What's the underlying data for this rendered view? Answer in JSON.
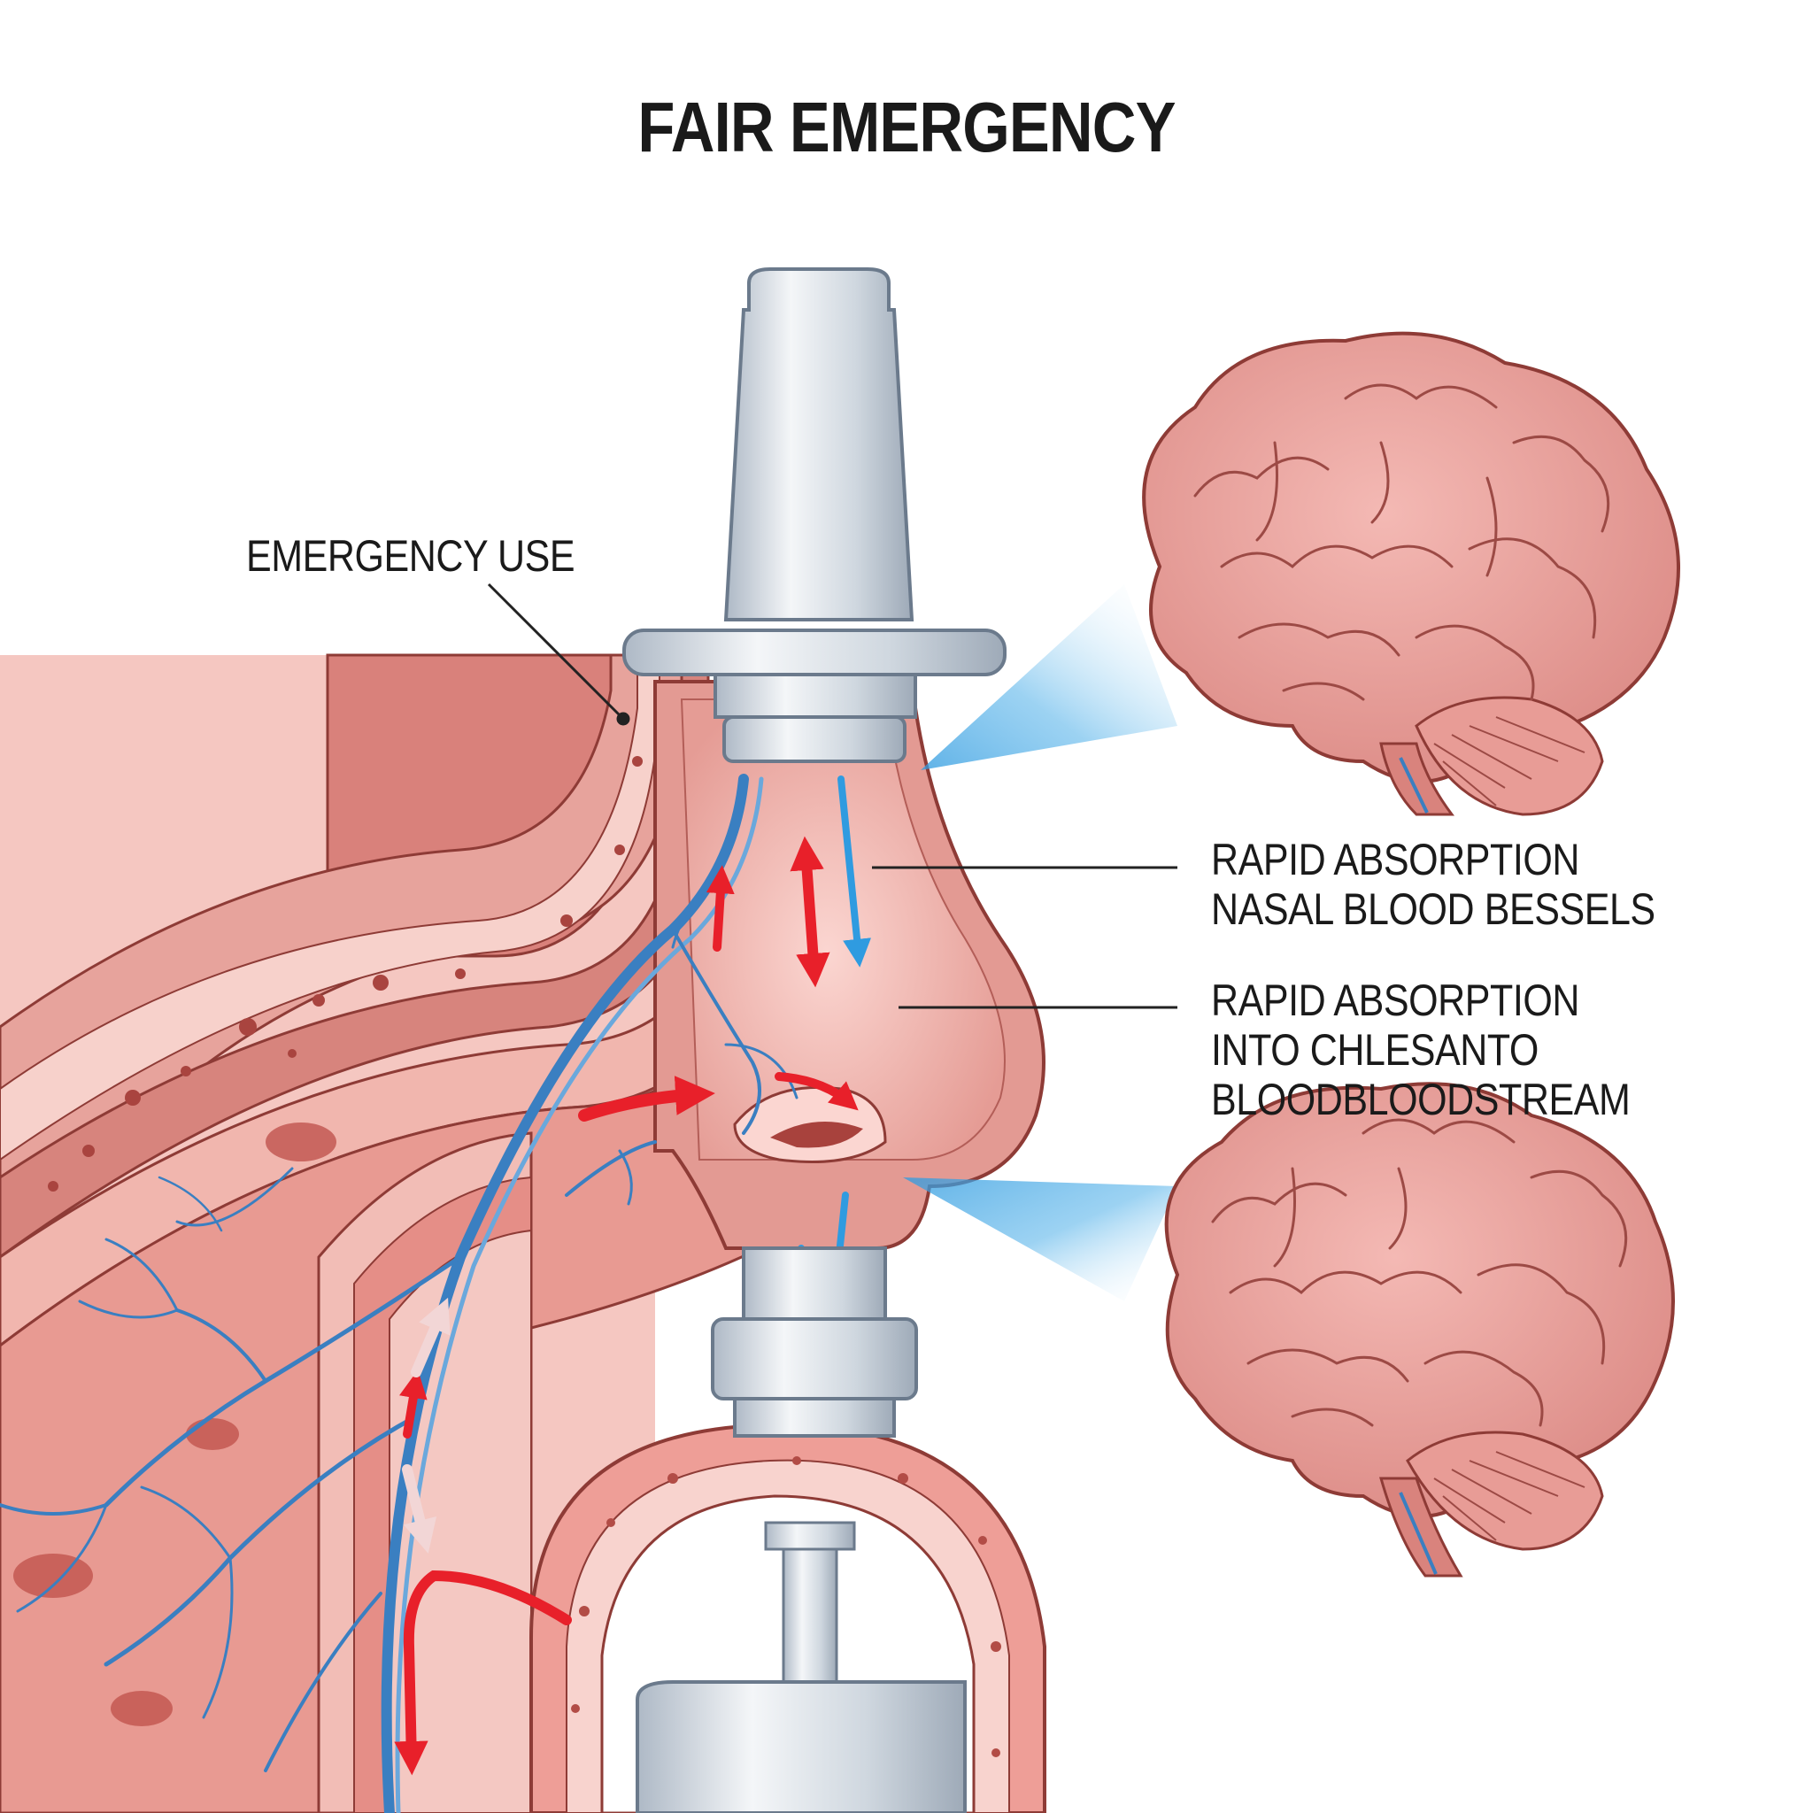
{
  "title": "FAIR EMERGENCY",
  "labels": {
    "emergency_use": "EMERGENCY USE",
    "nasal_vessels": [
      "RAPID ABSORPTION",
      "NASAL BLOOD BESSELS"
    ],
    "bloodstream": [
      "RAPID ABSORPTION",
      "INTO CHLESANTO",
      "BLOODBLOODSTREAM"
    ]
  },
  "colors": {
    "tissue_light": "#f6c4bf",
    "tissue_mid": "#e39a93",
    "tissue_dark": "#c9706a",
    "outline": "#8e3b36",
    "vessel_blue": "#3a7fc1",
    "arrow_red": "#e8202a",
    "arrow_blue": "#2f9be0",
    "device": "#d7dde4",
    "brain": "#eaa19d"
  }
}
